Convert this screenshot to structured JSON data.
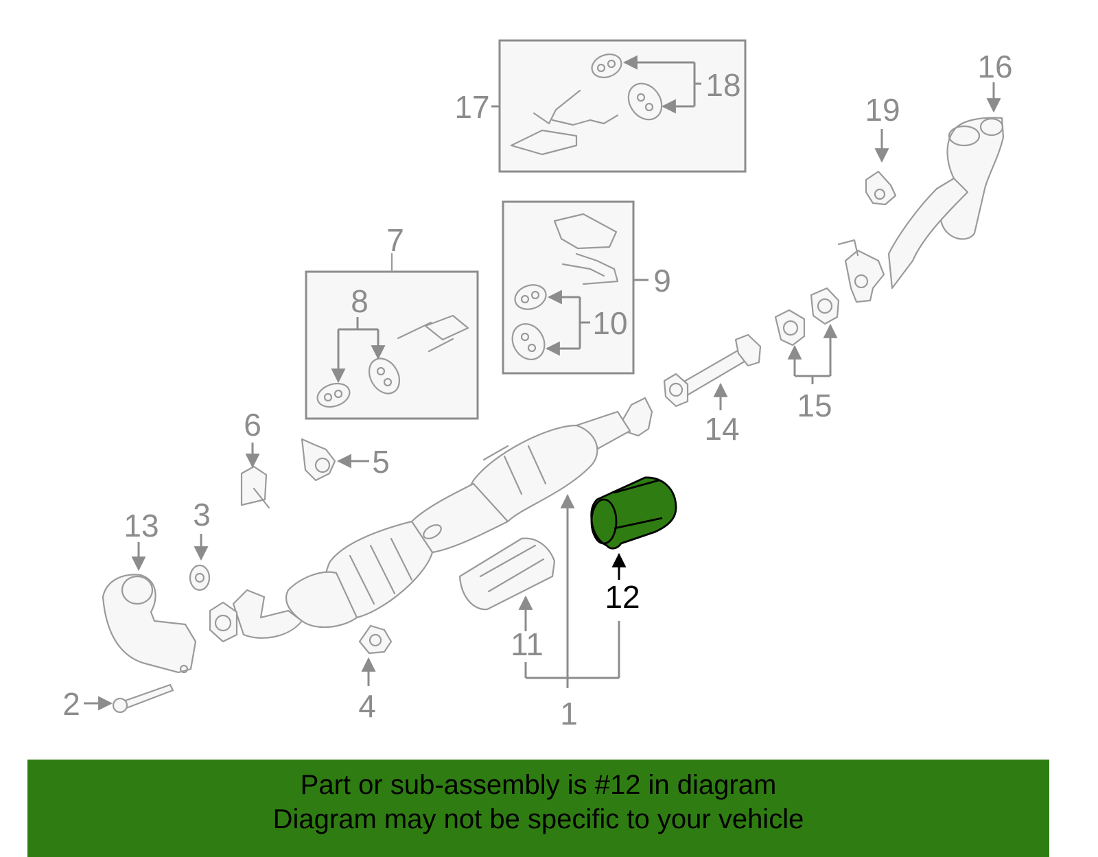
{
  "callouts": {
    "c1": "1",
    "c2": "2",
    "c3": "3",
    "c4": "4",
    "c5": "5",
    "c6": "6",
    "c7": "7",
    "c8": "8",
    "c9": "9",
    "c10": "10",
    "c11": "11",
    "c12": "12",
    "c13": "13",
    "c14": "14",
    "c15": "15",
    "c16": "16",
    "c17": "17",
    "c18": "18",
    "c19": "19"
  },
  "highlight": {
    "part": "12",
    "color": "#2f7d12"
  },
  "colors": {
    "line": "#8c8c8c",
    "banner": "#2f7d12",
    "highlight_text": "#000000"
  },
  "banner": {
    "line1": "Part or sub-assembly is #12 in diagram",
    "line2": "Diagram may not be specific to your vehicle"
  }
}
